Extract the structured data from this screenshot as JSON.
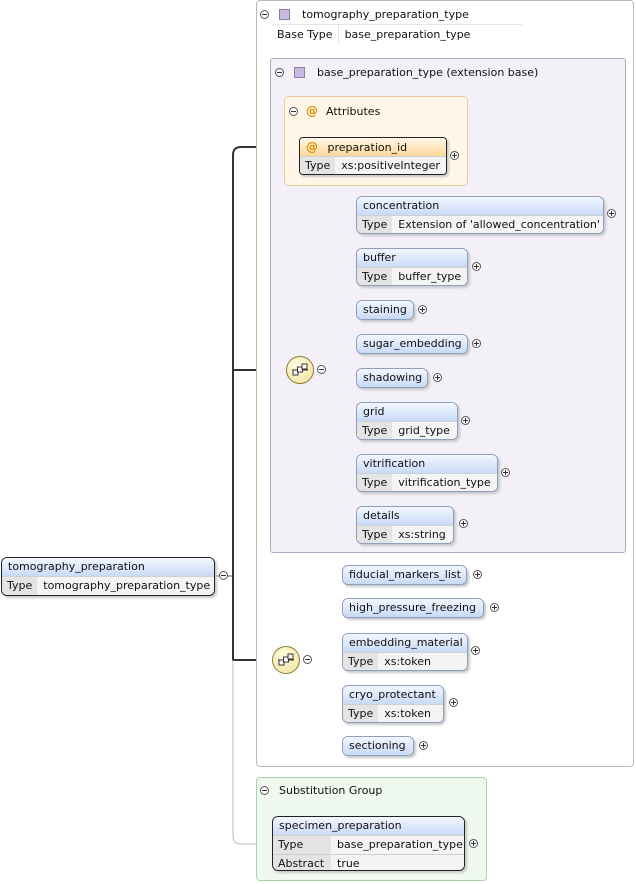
{
  "complex_type": {
    "title": "tomography_preparation_type",
    "base_type_label": "Base Type",
    "base_type_value": "base_preparation_type"
  },
  "extension": {
    "title": "base_preparation_type (extension base)"
  },
  "attributes": {
    "title": "Attributes",
    "attribute": {
      "name": "preparation_id",
      "type_label": "Type",
      "type_value": "xs:positiveInteger"
    }
  },
  "sequence1": {
    "elements": [
      {
        "name": "concentration",
        "type_label": "Type",
        "type_value": "Extension of 'allowed_concentration'"
      },
      {
        "name": "buffer",
        "type_label": "Type",
        "type_value": "buffer_type"
      },
      {
        "name": "staining"
      },
      {
        "name": "sugar_embedding"
      },
      {
        "name": "shadowing"
      },
      {
        "name": "grid",
        "type_label": "Type",
        "type_value": "grid_type"
      },
      {
        "name": "vitrification",
        "type_label": "Type",
        "type_value": "vitrification_type"
      },
      {
        "name": "details",
        "type_label": "Type",
        "type_value": "xs:string"
      }
    ]
  },
  "sequence2": {
    "elements": [
      {
        "name": "fiducial_markers_list"
      },
      {
        "name": "high_pressure_freezing"
      },
      {
        "name": "embedding_material",
        "type_label": "Type",
        "type_value": "xs:token"
      },
      {
        "name": "cryo_protectant",
        "type_label": "Type",
        "type_value": "xs:token"
      },
      {
        "name": "sectioning"
      }
    ]
  },
  "root": {
    "name": "tomography_preparation",
    "type_label": "Type",
    "type_value": "tomography_preparation_type"
  },
  "substitution": {
    "title": "Substitution Group",
    "element": {
      "name": "specimen_preparation",
      "type_label": "Type",
      "type_value": "base_preparation_type",
      "abstract_label": "Abstract",
      "abstract_value": "true"
    }
  },
  "icons": {
    "collapse": "collapse-minus-icon",
    "expand": "expand-plus-icon",
    "sequence": "sequence-compositor-icon",
    "complex_type": "complex-type-icon",
    "attribute": "attribute-at-icon"
  },
  "colors": {
    "element_header": "#c9daf6",
    "attribute_header": "#fbd89a",
    "extension_bg": "#f3f0f8",
    "substitution_bg": "#eff9ef",
    "attributes_bg": "#fff6e8"
  }
}
